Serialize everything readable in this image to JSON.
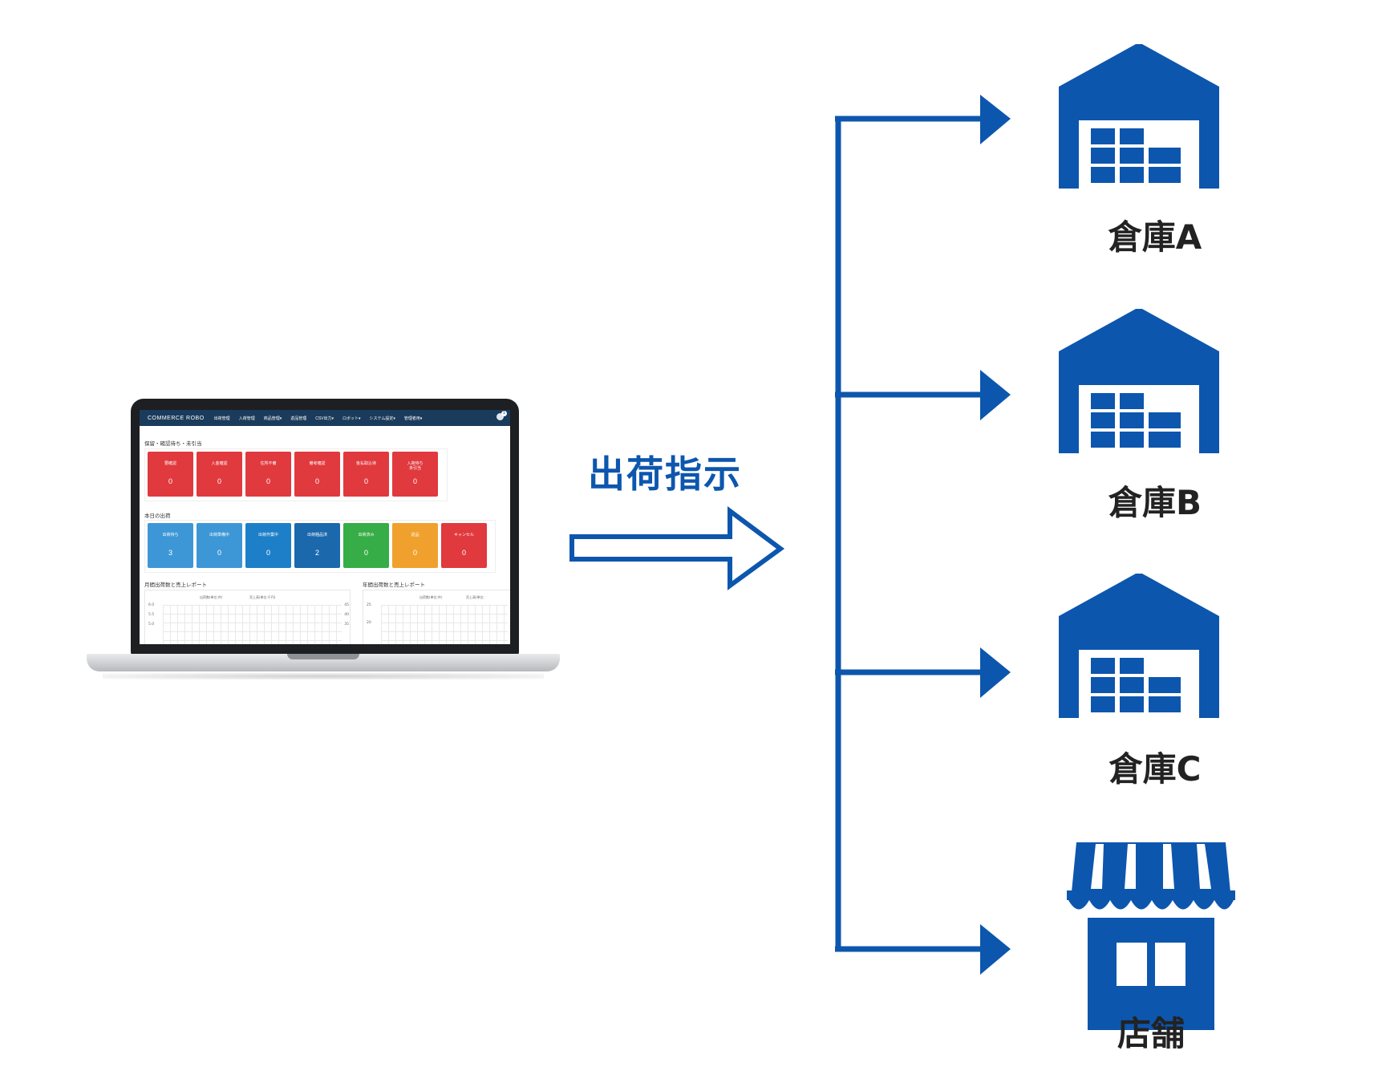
{
  "colors": {
    "primary_blue": "#0d56ae",
    "navbar": "#1a3b5c",
    "tile_red": "#e0393e",
    "tile_lightblue": "#3d97d6",
    "tile_blue": "#1e7fc9",
    "tile_darkblue": "#1b68ad",
    "tile_green": "#36ad46",
    "tile_orange": "#f0a12d"
  },
  "arrow_label": "出荷指示",
  "destinations": [
    {
      "label": "倉庫A",
      "icon": "warehouse-icon"
    },
    {
      "label": "倉庫B",
      "icon": "warehouse-icon"
    },
    {
      "label": "倉庫C",
      "icon": "warehouse-icon"
    },
    {
      "label": "店舗",
      "icon": "store-icon"
    }
  ],
  "laptop_screen": {
    "brand": "COMMERCE ROBO",
    "menu": [
      "出荷管理",
      "入荷管理",
      "商品管理▾",
      "返品管理",
      "CSV出力▾",
      "ロボット▾",
      "システム設定▾",
      "管理者用▾"
    ],
    "notification_count": "1",
    "section1_title": "保留・確認待ち・未引当",
    "section1_tiles": [
      {
        "label": "要確認",
        "value": "0"
      },
      {
        "label": "入金確認",
        "value": "0"
      },
      {
        "label": "住所不備",
        "value": "0"
      },
      {
        "label": "備考確認",
        "value": "0"
      },
      {
        "label": "後払取込待",
        "value": "0"
      },
      {
        "label": "入荷待ち\n未引当",
        "value": "0"
      }
    ],
    "section2_title": "本日の出荷",
    "section2_tiles": [
      {
        "label": "出荷待ち",
        "value": "3"
      },
      {
        "label": "出荷準備中",
        "value": "0"
      },
      {
        "label": "出荷作業中",
        "value": "0"
      },
      {
        "label": "出荷梱品済",
        "value": "2"
      },
      {
        "label": "出荷済み",
        "value": "0"
      },
      {
        "label": "返品",
        "value": "0"
      },
      {
        "label": "キャンセル",
        "value": "0"
      }
    ],
    "chart1_title": "月間出荷数と売上レポート",
    "chart1_legend": [
      "出荷数(単位:件)",
      "売上高(単位:千円)"
    ],
    "chart1_yticks_left": [
      "6.0",
      "5.5",
      "5.0"
    ],
    "chart1_yticks_right": [
      "45",
      "40",
      "35"
    ],
    "chart2_title": "年間出荷数と売上レポート",
    "chart2_legend": [
      "出荷数(単位:件)",
      "売上高(単位:"
    ],
    "chart2_yticks_left": [
      "25",
      "20"
    ]
  }
}
